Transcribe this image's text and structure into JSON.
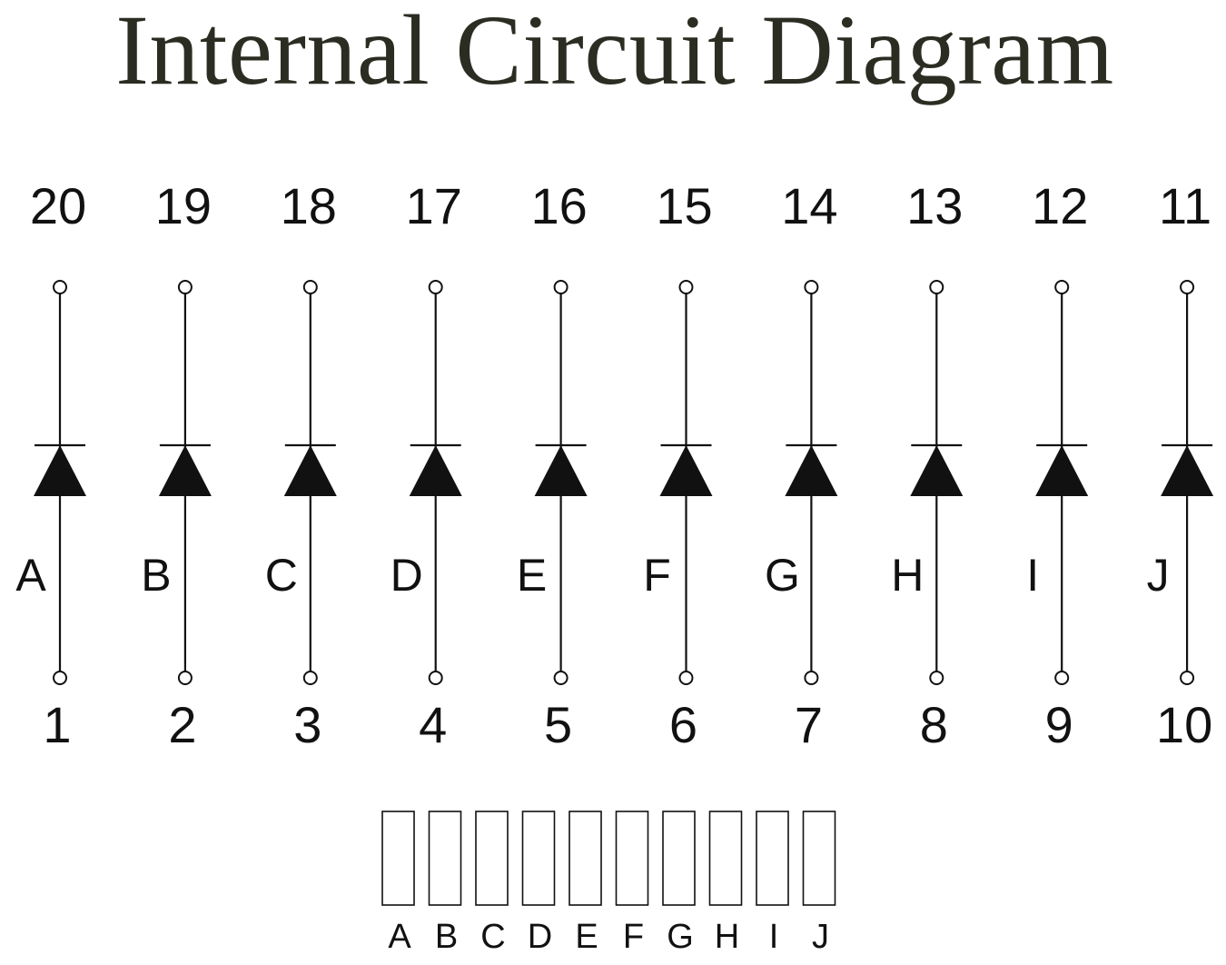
{
  "title": "Internal Circuit Diagram",
  "diodes": [
    {
      "segment": "A",
      "anode_pin": "1",
      "cathode_pin": "20"
    },
    {
      "segment": "B",
      "anode_pin": "2",
      "cathode_pin": "19"
    },
    {
      "segment": "C",
      "anode_pin": "3",
      "cathode_pin": "18"
    },
    {
      "segment": "D",
      "anode_pin": "4",
      "cathode_pin": "17"
    },
    {
      "segment": "E",
      "anode_pin": "5",
      "cathode_pin": "16"
    },
    {
      "segment": "F",
      "anode_pin": "6",
      "cathode_pin": "15"
    },
    {
      "segment": "G",
      "anode_pin": "7",
      "cathode_pin": "14"
    },
    {
      "segment": "H",
      "anode_pin": "8",
      "cathode_pin": "13"
    },
    {
      "segment": "I",
      "anode_pin": "9",
      "cathode_pin": "12"
    },
    {
      "segment": "J",
      "anode_pin": "10",
      "cathode_pin": "11"
    }
  ],
  "bar_segments": [
    "A",
    "B",
    "C",
    "D",
    "E",
    "F",
    "G",
    "H",
    "I",
    "J"
  ]
}
